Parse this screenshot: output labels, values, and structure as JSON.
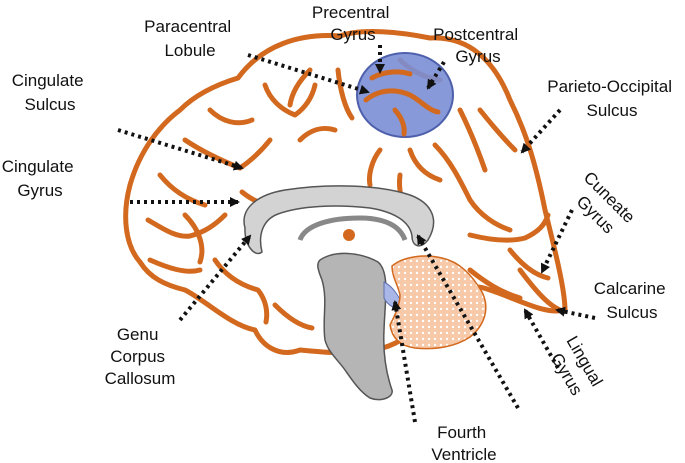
{
  "colors": {
    "gyri_outline": "#d2691e",
    "paracentral_region": "#7b8fd4",
    "corpus_callosum": "#d3d3d3",
    "cerebellum": "#f7c9a8",
    "fourth_ventricle": "#a9b7e8",
    "brainstem": "#b5b5b5",
    "arrow": "#111111"
  },
  "labels": {
    "paracentral_lobule": [
      "Paracentral",
      "Lobule"
    ],
    "precentral_gyrus": [
      "Precentral",
      "Gyrus"
    ],
    "postcentral_gyrus": [
      "Postcentral",
      "Gyrus"
    ],
    "cingulate_sulcus": [
      "Cingulate",
      "Sulcus"
    ],
    "cingulate_gyrus": [
      "Cingulate",
      "Gyrus"
    ],
    "parieto_occipital_sulcus": [
      "Parieto-Occipital",
      "Sulcus"
    ],
    "cuneate_gyrus": [
      "Cuneate",
      "Gyrus"
    ],
    "calcarine_sulcus": [
      "Calcarine",
      "Sulcus"
    ],
    "genu_corpus_callosum": [
      "Genu",
      "Corpus",
      "Callosum"
    ],
    "lingual_gyrus": [
      "Lingual",
      "Gyrus"
    ],
    "fourth_ventricle": [
      "Fourth",
      "Ventricle"
    ]
  }
}
